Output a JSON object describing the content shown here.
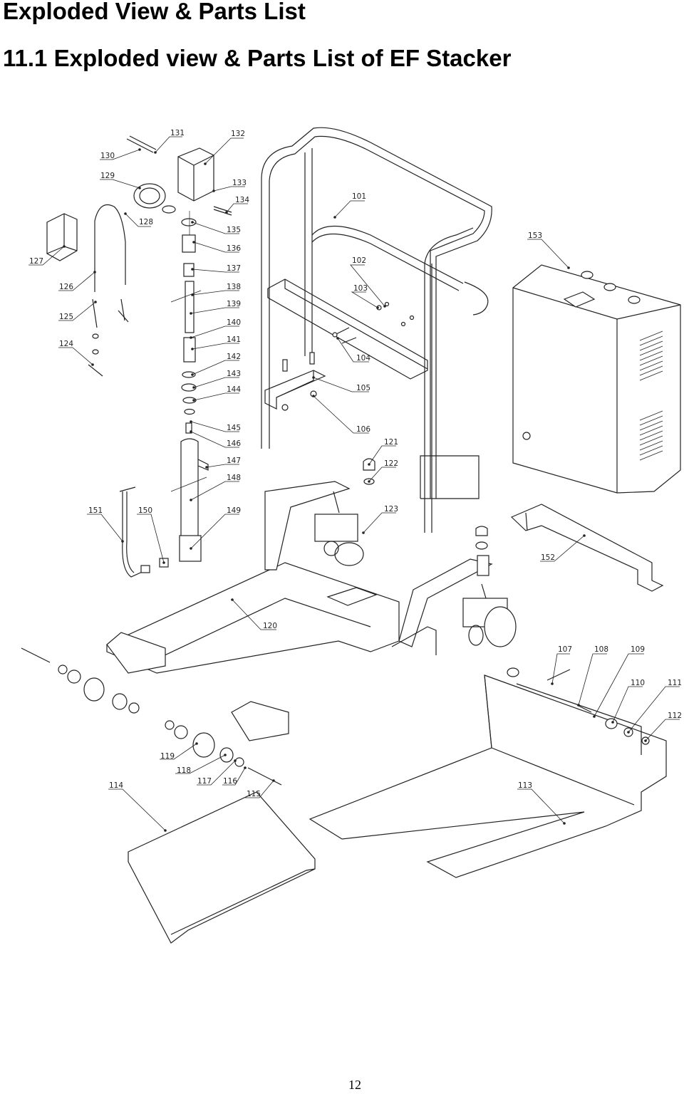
{
  "header": {
    "title": "Exploded View & Parts List",
    "subtitle": "11.1  Exploded view & Parts List of EF Stacker"
  },
  "footer": {
    "page_number": "12"
  },
  "diagram": {
    "part_labels": [
      "101",
      "102",
      "103",
      "104",
      "105",
      "106",
      "107",
      "108",
      "109",
      "110",
      "111",
      "112",
      "113",
      "114",
      "115",
      "116",
      "117",
      "118",
      "119",
      "120",
      "121",
      "122",
      "123",
      "124",
      "125",
      "126",
      "127",
      "128",
      "129",
      "130",
      "131",
      "132",
      "133",
      "134",
      "135",
      "136",
      "137",
      "138",
      "139",
      "140",
      "141",
      "142",
      "143",
      "144",
      "145",
      "146",
      "147",
      "148",
      "149",
      "150",
      "151",
      "152",
      "153"
    ]
  }
}
